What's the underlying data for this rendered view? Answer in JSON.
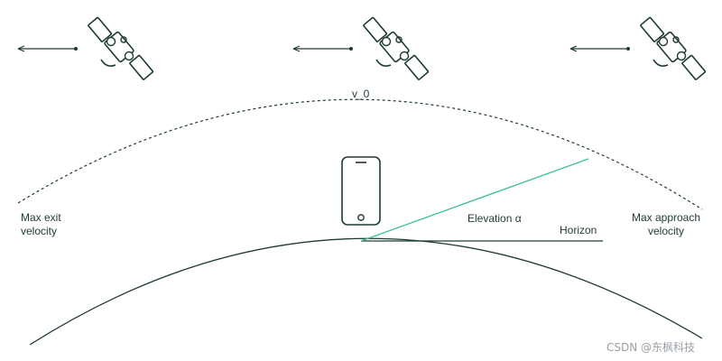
{
  "diagram": {
    "v0_label": "v_0",
    "max_exit_label": [
      "Max exit",
      "velocity"
    ],
    "max_approach_label": [
      "Max approach",
      "velocity"
    ],
    "elevation_label": "Elevation α",
    "horizon_label": "Horizon",
    "watermark": "CSDN @东枫科技",
    "colors": {
      "ink": "#1f3a35",
      "elevation_line": "#3fbf94",
      "watermark": "#9aa0a6"
    },
    "icons": [
      "satellite-icon",
      "satellite-icon",
      "satellite-icon",
      "smartphone-icon",
      "arrow-left-icon"
    ]
  }
}
